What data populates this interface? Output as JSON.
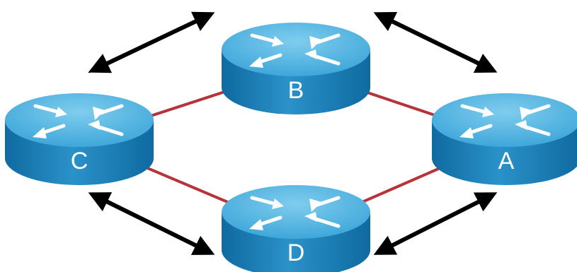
{
  "routers": [
    {
      "id": "B",
      "label": "B"
    },
    {
      "id": "C",
      "label": "C"
    },
    {
      "id": "A",
      "label": "A"
    },
    {
      "id": "D",
      "label": "D"
    }
  ],
  "links": [
    {
      "from": "C",
      "to": "B"
    },
    {
      "from": "B",
      "to": "A"
    },
    {
      "from": "C",
      "to": "D"
    },
    {
      "from": "D",
      "to": "A"
    }
  ],
  "exchange_arrows": [
    {
      "between": [
        "C",
        "B"
      ]
    },
    {
      "between": [
        "B",
        "A"
      ]
    },
    {
      "between": [
        "C",
        "D"
      ]
    },
    {
      "between": [
        "D",
        "A"
      ]
    }
  ],
  "colors": {
    "link": "#b8323a",
    "arrow": "#000000",
    "router_top": "#4fb3e2",
    "router_side": "#1e7fb5",
    "router_label": "#ffffff",
    "router_glyph": "#ffffff"
  },
  "icons": {
    "router": "router-icon",
    "arrow": "double-headed-arrow"
  }
}
